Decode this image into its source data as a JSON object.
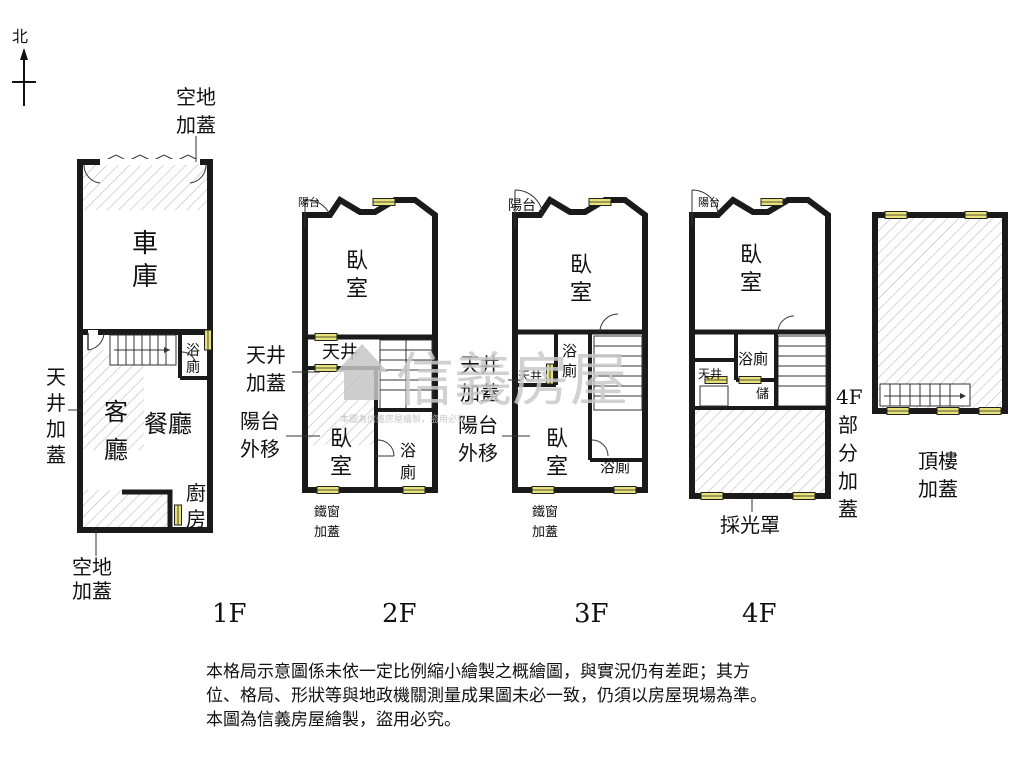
{
  "compass": {
    "label": "北"
  },
  "floors": {
    "f1": {
      "label": "1F",
      "rooms": {
        "garage_a": "車",
        "garage_b": "庫",
        "living_a": "客",
        "living_b": "廳",
        "dining": "餐廳",
        "bath_a": "浴",
        "bath_b": "廁",
        "kitchen_a": "廚",
        "kitchen_b": "房"
      },
      "notes": {
        "top_a": "空地",
        "top_b": "加蓋",
        "light_a": "天",
        "light_b": "井",
        "light_c": "加",
        "light_d": "蓋",
        "bottom_a": "空地",
        "bottom_b": "加蓋"
      }
    },
    "f2": {
      "label": "2F",
      "rooms": {
        "balcony": "陽台",
        "bed1_a": "臥",
        "bed1_b": "室",
        "well": "天井",
        "bed2_a": "臥",
        "bed2_b": "室",
        "bath_a": "浴",
        "bath_b": "廁"
      },
      "notes": {
        "light_a": "天井",
        "light_b": "加蓋",
        "balc_a": "陽台",
        "balc_b": "外移",
        "iron_a": "鐵窗",
        "iron_b": "加蓋"
      }
    },
    "f3": {
      "label": "3F",
      "rooms": {
        "balcony": "陽台",
        "bed1_a": "臥",
        "bed1_b": "室",
        "bath1_a": "浴",
        "bath1_b": "廁",
        "well": "天井",
        "bed2_a": "臥",
        "bed2_b": "室",
        "bath2": "浴廁"
      },
      "notes": {
        "light_a": "天井",
        "light_b": "加蓋",
        "balc_a": "陽台",
        "balc_b": "外移",
        "iron_a": "鐵窗",
        "iron_b": "加蓋"
      }
    },
    "f4": {
      "label": "4F",
      "rooms": {
        "balcony": "陽台",
        "bed_a": "臥",
        "bed_b": "室",
        "bath": "浴廁",
        "well": "天井",
        "storage": "儲"
      },
      "notes": {
        "skylight": "採光罩",
        "part_a": "4F",
        "part_b": "部",
        "part_c": "分",
        "part_d": "加",
        "part_e": "蓋"
      }
    },
    "roof": {
      "note_a": "頂樓",
      "note_b": "加蓋"
    }
  },
  "watermark": {
    "brand": "信義房屋",
    "fine": "本圖為信義房屋繪製，盜用必究"
  },
  "disclaimer": {
    "line1": "本格局示意圖係未依一定比例縮小繪製之概繪圖，與實況仍有差距；其方",
    "line2": "位、格局、形狀等與地政機關測量成果圖未必一致，仍須以房屋現場為準。",
    "line3": "本圖為信義房屋繪製，盜用必究。"
  },
  "colors": {
    "wall": "#1a1a1a",
    "window": "#e8e27a",
    "hatch": "#c8c8c8"
  }
}
